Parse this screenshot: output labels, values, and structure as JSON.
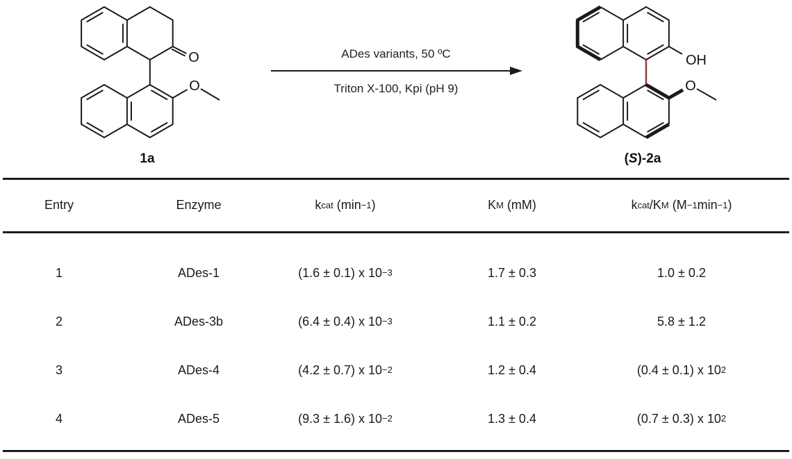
{
  "scheme": {
    "substrate": {
      "label": "1a",
      "ketone_oxygen": "O",
      "methoxy_oxygen": "O"
    },
    "arrow": {
      "top": "ADes variants, 50 ºC",
      "bottom": "Triton X-100, Kpi (pH 9)"
    },
    "product": {
      "label_pre": "(",
      "label_s": "S",
      "label_post": ")-2a",
      "hydroxyl": "OH",
      "methoxy_oxygen": "O",
      "axial_bond_color": "#8e3b32"
    }
  },
  "table": {
    "headers": {
      "entry": "Entry",
      "enzyme": "Enzyme",
      "kcat": {
        "sym": "k",
        "sub": "cat",
        "unit_pre": " (min",
        "sup": "−1",
        "unit_post": ")"
      },
      "km": {
        "sym": "K",
        "sub": "M",
        "unit": " (mM)"
      },
      "eff": {
        "sym1": "k",
        "sub1": "cat",
        "slash": "/K",
        "sub2": "M",
        "unit_pre": " (M",
        "sup1": "−1",
        "mid": "min",
        "sup2": "−1",
        "unit_post": ")"
      }
    },
    "rows": [
      {
        "entry": "1",
        "enzyme": "ADes-1",
        "kcat": {
          "text": "(1.6 ± 0.1) x 10",
          "exp": "−3"
        },
        "km": "1.7 ± 0.3",
        "eff": {
          "text": "1.0 ± 0.2",
          "exp": ""
        }
      },
      {
        "entry": "2",
        "enzyme": "ADes-3b",
        "kcat": {
          "text": "(6.4 ± 0.4) x 10",
          "exp": "−3"
        },
        "km": "1.1 ± 0.2",
        "eff": {
          "text": "5.8 ± 1.2",
          "exp": ""
        }
      },
      {
        "entry": "3",
        "enzyme": "ADes-4",
        "kcat": {
          "text": "(4.2 ± 0.7) x 10",
          "exp": "−2"
        },
        "km": "1.2 ± 0.4",
        "eff": {
          "text": "(0.4 ± 0.1) x 10",
          "exp": "2"
        }
      },
      {
        "entry": "4",
        "enzyme": "ADes-5",
        "kcat": {
          "text": "(9.3 ± 1.6) x 10",
          "exp": "−2"
        },
        "km": "1.3 ± 0.4",
        "eff": {
          "text": "(0.7 ± 0.3) x 10",
          "exp": "2"
        }
      }
    ]
  }
}
